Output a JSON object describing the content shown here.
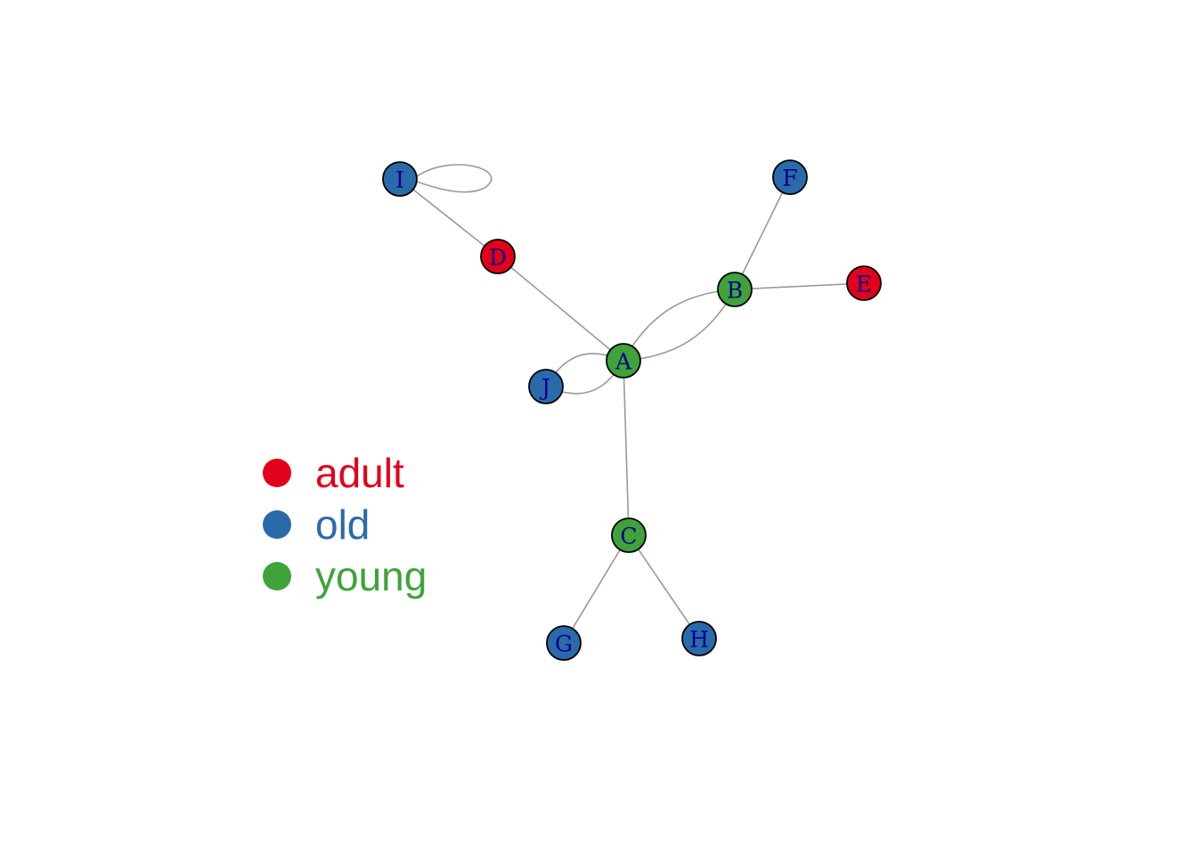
{
  "colors": {
    "adult": "#e2001a",
    "old": "#2b6aaa",
    "young": "#3fa33a",
    "edge": "#999999",
    "label": "#00008b"
  },
  "nodes": [
    {
      "id": "A",
      "label": "A",
      "group": "young"
    },
    {
      "id": "B",
      "label": "B",
      "group": "young"
    },
    {
      "id": "C",
      "label": "C",
      "group": "young"
    },
    {
      "id": "D",
      "label": "D",
      "group": "adult"
    },
    {
      "id": "E",
      "label": "E",
      "group": "adult"
    },
    {
      "id": "F",
      "label": "F",
      "group": "old"
    },
    {
      "id": "G",
      "label": "G",
      "group": "old"
    },
    {
      "id": "H",
      "label": "H",
      "group": "old"
    },
    {
      "id": "I",
      "label": "I",
      "group": "old"
    },
    {
      "id": "J",
      "label": "J",
      "group": "old"
    }
  ],
  "edges": [
    {
      "source": "A",
      "target": "B"
    },
    {
      "source": "B",
      "target": "A"
    },
    {
      "source": "A",
      "target": "C"
    },
    {
      "source": "A",
      "target": "D"
    },
    {
      "source": "A",
      "target": "J"
    },
    {
      "source": "J",
      "target": "A"
    },
    {
      "source": "B",
      "target": "E"
    },
    {
      "source": "B",
      "target": "F"
    },
    {
      "source": "C",
      "target": "G"
    },
    {
      "source": "C",
      "target": "H"
    },
    {
      "source": "D",
      "target": "I"
    },
    {
      "source": "I",
      "target": "I"
    }
  ],
  "legend": [
    {
      "label": "adult",
      "group": "adult"
    },
    {
      "label": "old",
      "group": "old"
    },
    {
      "label": "young",
      "group": "young"
    }
  ]
}
